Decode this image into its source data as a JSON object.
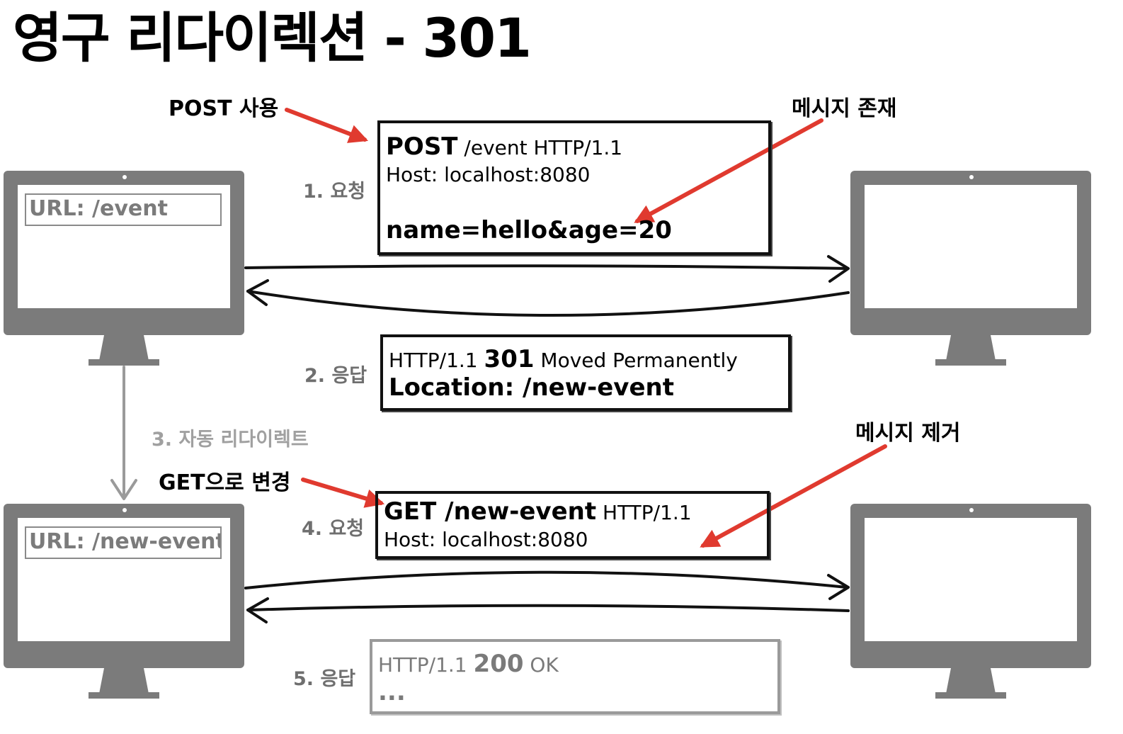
{
  "title": "영구 리다이렉션 - 301",
  "clients": [
    {
      "url": "URL: /event"
    },
    {
      "url": "URL: /new-event"
    }
  ],
  "steps": {
    "request1": "1. 요청",
    "response2": "2. 응답",
    "redirect3": "3. 자동 리다이렉트",
    "request4": "4. 요청",
    "response5": "5. 응답"
  },
  "annotations": {
    "post_used": "POST 사용",
    "message_exists": "메시지 존재",
    "changed_to_get": "GET으로 변경",
    "message_removed": "메시지 제거"
  },
  "messages": {
    "request1": {
      "method": "POST",
      "path": " /event HTTP/1.1",
      "host": "Host: localhost:8080",
      "body": "name=hello&age=20"
    },
    "response2": {
      "version": "HTTP/1.1 ",
      "code": "301",
      "reason": " Moved Permanently",
      "location": "Location: /new-event"
    },
    "request4": {
      "method_path": "GET /new-event",
      "version": " HTTP/1.1",
      "host": "Host: localhost:8080"
    },
    "response5": {
      "version": "HTTP/1.1 ",
      "code": "200",
      "reason": " OK",
      "ellipsis": "..."
    }
  },
  "colors": {
    "annotation_arrow": "#e03a2f",
    "monitor": "#7b7b7b",
    "muted_text": "#6f6f6f",
    "redirect_arrow": "#9a9a9a"
  }
}
